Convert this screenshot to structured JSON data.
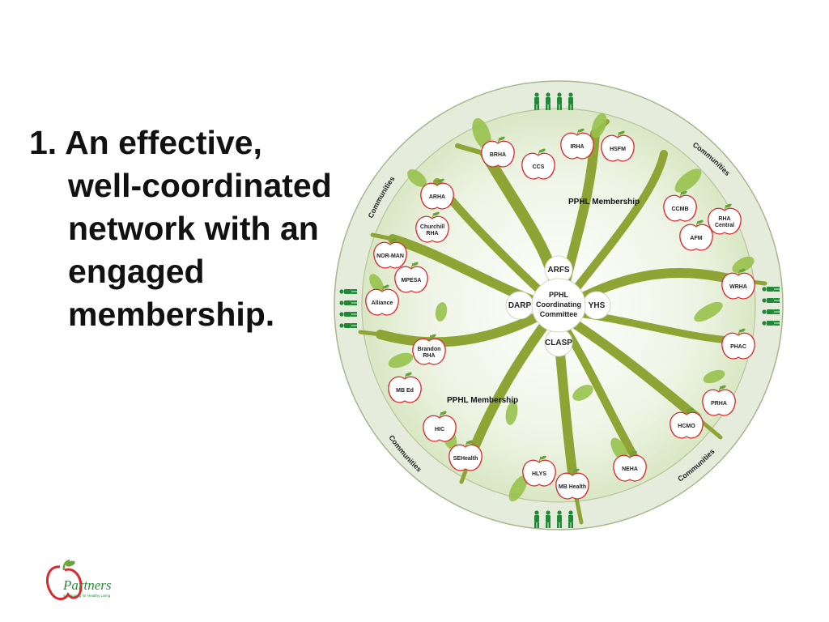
{
  "headline": "1. An effective, well-coordinated network with an engaged membership.",
  "center": [
    "PPHL",
    "Coordinating",
    "Committee"
  ],
  "core_groups": [
    "ARFS",
    "DARP",
    "YHS",
    "CLASP"
  ],
  "membership_label": "PPHL Membership",
  "communities_label": "Communities",
  "members": [
    [
      "BRHA"
    ],
    [
      "CCS"
    ],
    [
      "IRHA"
    ],
    [
      "HSFM"
    ],
    [
      "ARHA"
    ],
    [
      "Churchill",
      "RHA"
    ],
    [
      "NOR-MAN"
    ],
    [
      "MPESA"
    ],
    [
      "Alliance"
    ],
    [
      "CCMB"
    ],
    [
      "RHA",
      "Central"
    ],
    [
      "AFM"
    ],
    [
      "WRHA"
    ],
    [
      "PHAC"
    ],
    [
      "Brandon",
      "RHA"
    ],
    [
      "MB Ed"
    ],
    [
      "HIC"
    ],
    [
      "SEHealth"
    ],
    [
      "HLYS"
    ],
    [
      "MB Health"
    ],
    [
      "NEHA"
    ],
    [
      "PRHA"
    ],
    [
      "HCMO"
    ]
  ],
  "logo": {
    "name": "Partners",
    "tagline": "in Planning for Healthy Living"
  },
  "colors": {
    "ring": "#e3ead8",
    "ring_border": "#a9ba8f",
    "inner": "#eef4e6",
    "trunk": "#8ea536",
    "leaf": "#97c24c",
    "apple": "#d8292f",
    "people": "#1e8a36",
    "text": "#111111"
  }
}
